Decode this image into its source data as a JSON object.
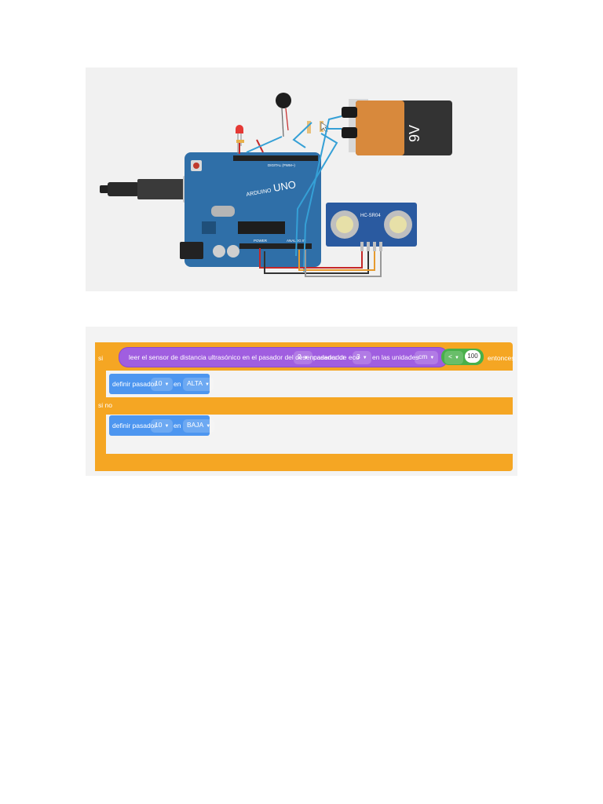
{
  "circuit": {
    "battery_label": "9V",
    "board_brand": "ARDUINO",
    "board_model": "UNO",
    "header_digital": "DIGITAL (PWM~)",
    "header_power": "POWER",
    "header_analog": "ANALOG IN",
    "sensor_label": "HC-SR04"
  },
  "blocks": {
    "if_label": "si",
    "sensor_text": "leer el sensor de distancia ultrasónico en el pasador del desencadenador",
    "trigger_pin": "2",
    "echo_label": "pasador de eco",
    "echo_pin": "3",
    "units_label": "en las unidades",
    "units": "cm",
    "compare_op": "<",
    "compare_value": "100",
    "then_label": "entonces",
    "set1_label": "definir pasador",
    "set1_pin": "10",
    "set1_on": "en",
    "set1_value": "ALTA",
    "else_label": "si no",
    "set2_label": "definir pasador",
    "set2_pin": "10",
    "set2_on": "en",
    "set2_value": "BAJA"
  },
  "colors": {
    "control_orange": "#f5a623",
    "sensor_purple": "#a05ee0",
    "output_blue": "#4d96f0",
    "math_green": "#48b04a",
    "board_blue": "#2f6fa8",
    "battery_black": "#333333",
    "battery_copper": "#d8893c"
  }
}
